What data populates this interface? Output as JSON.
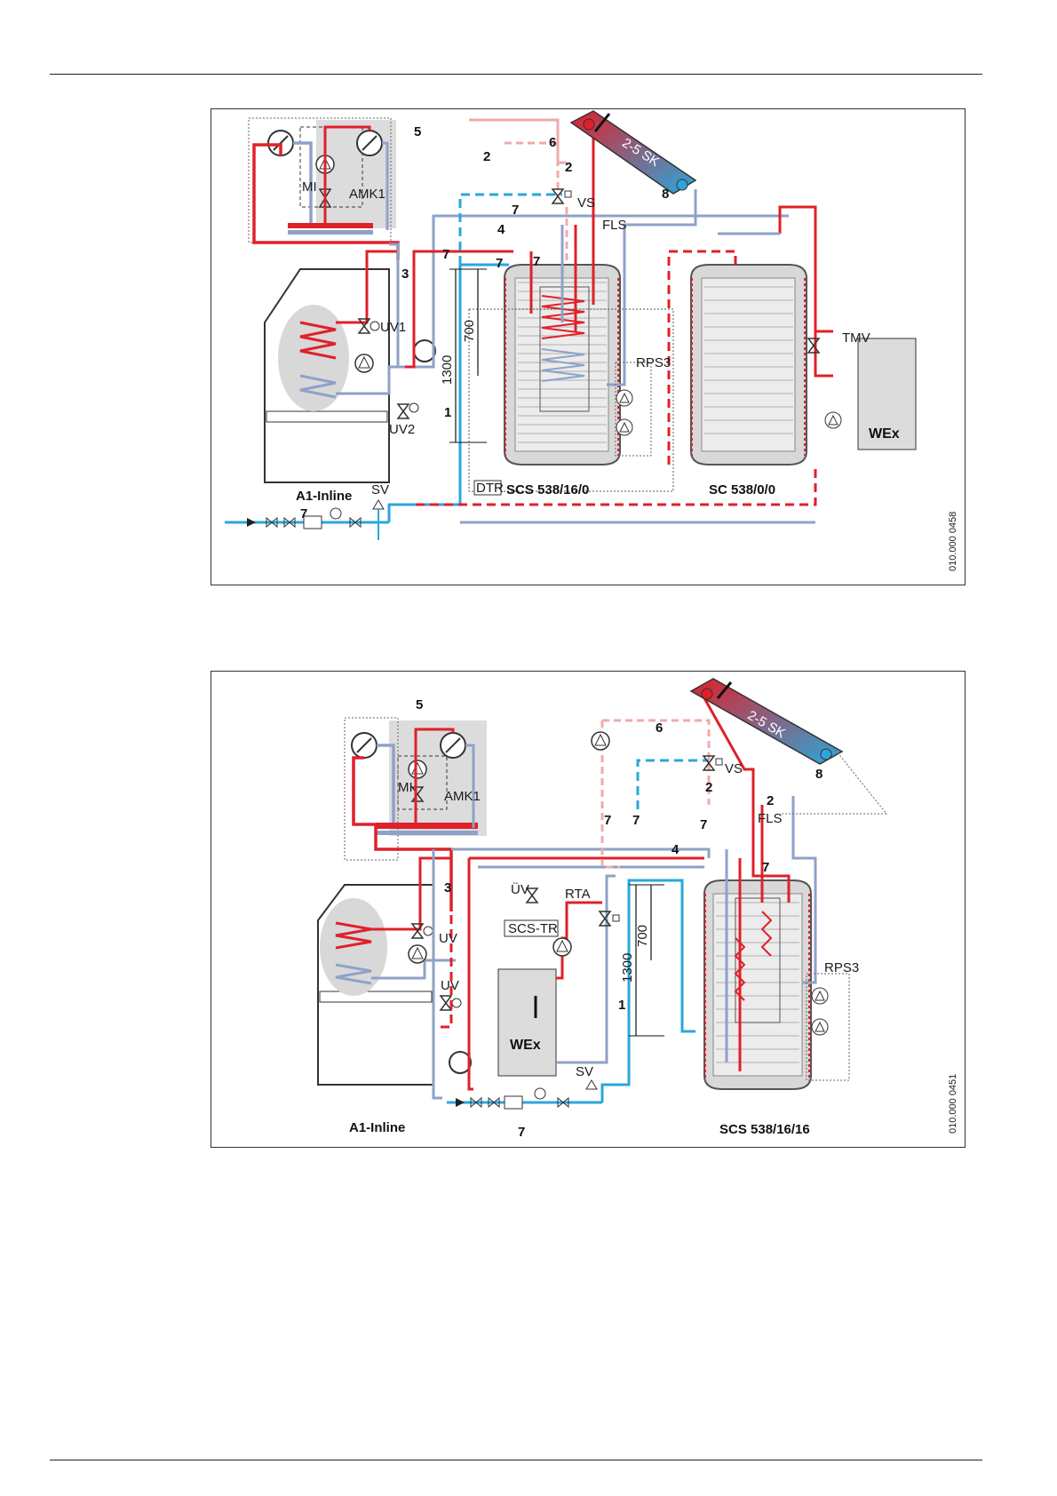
{
  "diagram_1": {
    "boiler": "A1-Inline",
    "storage_main": "SCS 538/16/0",
    "storage_second": "SC 538/0/0",
    "dtr": "DTR",
    "collector": "2-5 SK",
    "heat_exchanger": "WEx",
    "mixer_module": "AMK1",
    "return_pump_set": "RPS3",
    "flow_sensor": "FLS",
    "thermostatic_valve": "TMV",
    "valves": {
      "uv1": "UV1",
      "uv2": "UV2",
      "sv": "SV",
      "vs": "VS",
      "mi": "MI"
    },
    "callouts": [
      "1",
      "2",
      "2",
      "3",
      "4",
      "5",
      "6",
      "7",
      "7",
      "7",
      "7",
      "7",
      "8"
    ],
    "dimensions": {
      "d1": "700",
      "d2": "1300"
    },
    "code": "010.000 0458"
  },
  "diagram_2": {
    "boiler": "A1-Inline",
    "storage": "SCS 538/16/16",
    "collector": "2-5 SK",
    "heat_exchanger": "WEx",
    "mixer_module": "AMK1",
    "return_pump_set": "RPS3",
    "flow_sensor": "FLS",
    "scs_tr": "SCS-TR",
    "rta": "RTA",
    "uev": "ÜV",
    "valves": {
      "uv_a": "UV",
      "uv_b": "UV",
      "sv": "SV",
      "vs": "VS",
      "mi": "MI"
    },
    "callouts": [
      "1",
      "2",
      "2",
      "3",
      "4",
      "5",
      "6",
      "7",
      "7",
      "7",
      "7",
      "7",
      "8"
    ],
    "dimensions": {
      "d1": "700",
      "d2": "1300"
    },
    "code": "010.000 0451"
  },
  "colors": {
    "hot": "#e0202a",
    "cold": "#8ea2c8",
    "water": "#2aa7dc",
    "pink": "#f0aaaa",
    "grey_box": "#dcdcdc"
  }
}
